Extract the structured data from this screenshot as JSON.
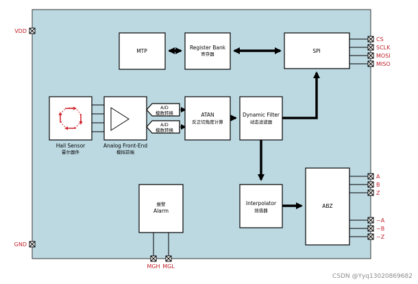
{
  "pins_left": {
    "vdd": "VDD",
    "gnd": "GND"
  },
  "pins_right": {
    "cs": "CS",
    "sclk": "SCLK",
    "mosi": "MOSI",
    "miso": "MISO",
    "a": "A",
    "b": "B",
    "z": "Z",
    "na": "~A",
    "nb": "~B",
    "nz": "~Z"
  },
  "pins_bottom": {
    "mgh": "MGH",
    "mgl": "MGL"
  },
  "blocks": {
    "mtp": {
      "label": "MTP"
    },
    "register_bank": {
      "label": "Register Bank",
      "sublabel": "寄存器"
    },
    "spi": {
      "label": "SPI"
    },
    "hall_sensor": {
      "label": "Hall Sensor",
      "sublabel": "霍尔器件"
    },
    "afe": {
      "label": "Analog Front-End",
      "sublabel": "模拟前端"
    },
    "adc1": {
      "label": "A/D",
      "sublabel": "模数转换"
    },
    "adc2": {
      "label": "A/D",
      "sublabel": "模数转换"
    },
    "atan": {
      "label": "ATAN",
      "sublabel": "反正切角度计算"
    },
    "dynamic_filter": {
      "label": "Dynamic Filter",
      "sublabel": "动态滤波器"
    },
    "interpolator": {
      "label": "Interpolator",
      "sublabel": "插值器"
    },
    "abz": {
      "label": "ABZ"
    },
    "alarm": {
      "label": "报警",
      "sublabel": "Alarm"
    }
  },
  "watermark": "CSDN @Yyq13020869682",
  "colors": {
    "chip_bg": "#bcd9e2",
    "pin_text": "#c0202a",
    "hall_arrows": "#d0202a"
  }
}
